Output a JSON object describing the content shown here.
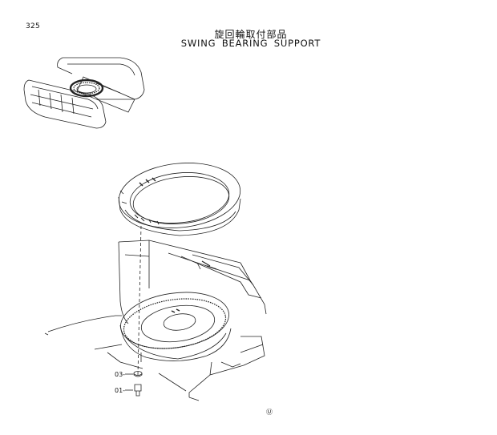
{
  "page_number": "325",
  "title_jp": "旋回輪取付部品",
  "title_en": "SWING  BEARING  SUPPORT",
  "callouts": [
    {
      "label": "03-"
    },
    {
      "label": "01-"
    }
  ],
  "footer_mark": "Ⓤ"
}
